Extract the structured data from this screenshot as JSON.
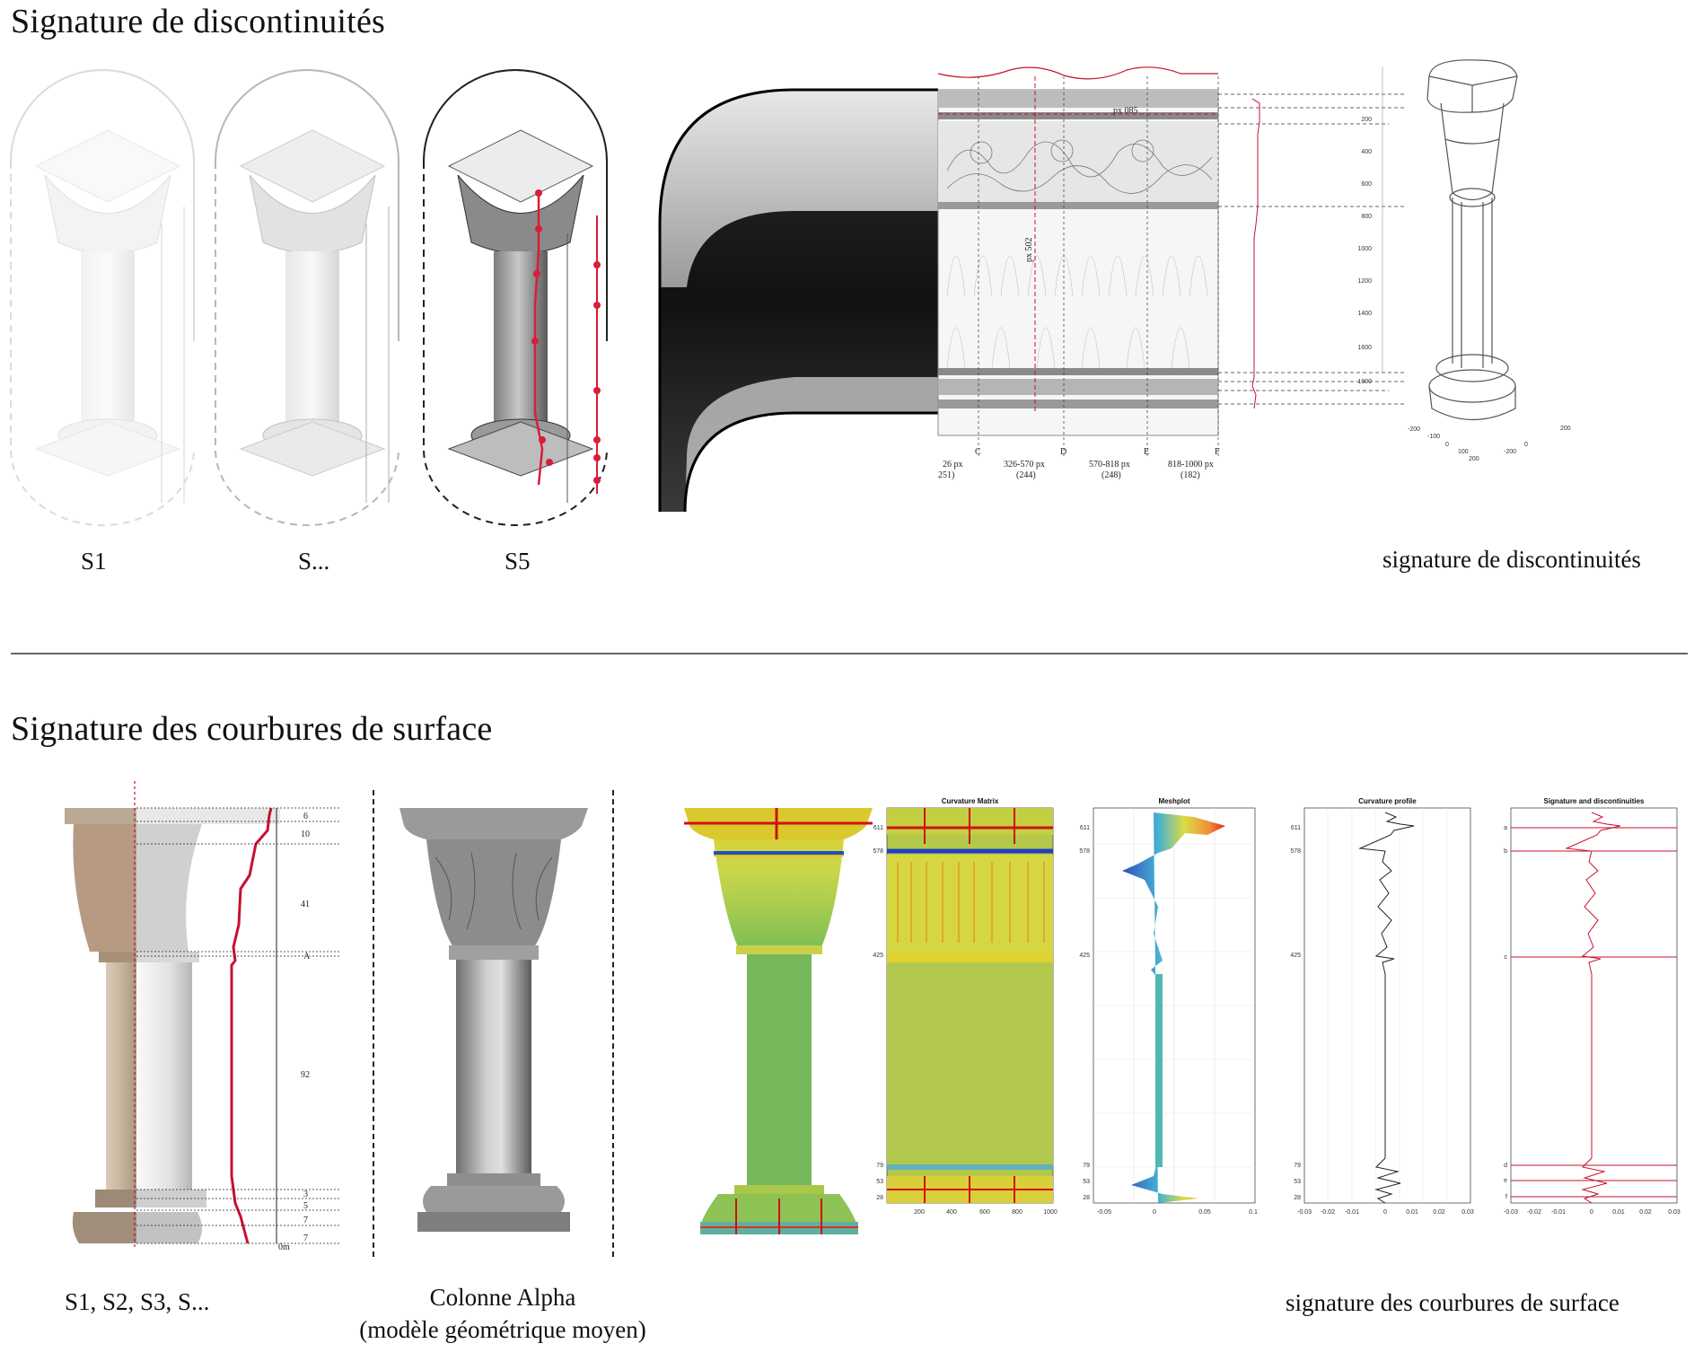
{
  "section1": {
    "title": "Signature de discontinuités",
    "caption_s1": "S1",
    "caption_s_dots": "S...",
    "caption_s5": "S5",
    "caption_right": "signature de discontinuités",
    "unroll": {
      "marker_top": "px 085",
      "marker_vertical": "px 502",
      "col_letters": [
        "C",
        "D",
        "E",
        "F"
      ],
      "ranges": [
        {
          "range": "26 px",
          "width": "251)"
        },
        {
          "range": "326-570 px",
          "width": "(244)"
        },
        {
          "range": "570-818 px",
          "width": "(248)"
        },
        {
          "range": "818-1000 px",
          "width": "(182)"
        }
      ]
    },
    "wireframe_ticks": [
      "200",
      "400",
      "600",
      "800",
      "1000",
      "1200",
      "1400",
      "1600",
      "1800"
    ],
    "wireframe_base_ticks": [
      "-200",
      "-100",
      "0",
      "100",
      "200",
      "-200",
      "0",
      "200"
    ]
  },
  "section2": {
    "title": "Signature des courbures de surface",
    "caption_left": "S1, S2, S3, S...",
    "caption_alpha_1": "Colonne Alpha",
    "caption_alpha_2": "(modèle géométrique moyen)",
    "caption_right": "signature des courbures de surface",
    "profile_segments": [
      "6",
      "10",
      "41",
      "A",
      "92",
      "3",
      "5",
      "7",
      "7"
    ],
    "profile_bottom": "0m",
    "plots": [
      {
        "title": "Curvature Matrix",
        "yticks": [
          "611",
          "578",
          "425",
          "79",
          "53",
          "28"
        ],
        "xticks": [
          "200",
          "400",
          "600",
          "800",
          "1000"
        ]
      },
      {
        "title": "Meshplot",
        "yticks": [
          "611",
          "578",
          "425",
          "79",
          "53",
          "28"
        ],
        "xticks": [
          "-0.05",
          "0",
          "0.05",
          "0.1"
        ]
      },
      {
        "title": "Curvature profile",
        "yticks": [
          "611",
          "578",
          "425",
          "79",
          "53",
          "28"
        ],
        "xticks": [
          "-0.03",
          "-0.02",
          "-0.01",
          "0",
          "0.01",
          "0.02",
          "0.03"
        ]
      },
      {
        "title": "Signature and discontinuities",
        "yticks": [
          "a",
          "b",
          "c",
          "d",
          "e",
          "f"
        ],
        "xticks": [
          "-0.03",
          "-0.02",
          "-0.01",
          "0",
          "0.01",
          "0.02",
          "0.03"
        ]
      }
    ]
  },
  "colors": {
    "red_signature": "#c8102e",
    "divider": "#666666",
    "stone": "#c9b9a3"
  }
}
